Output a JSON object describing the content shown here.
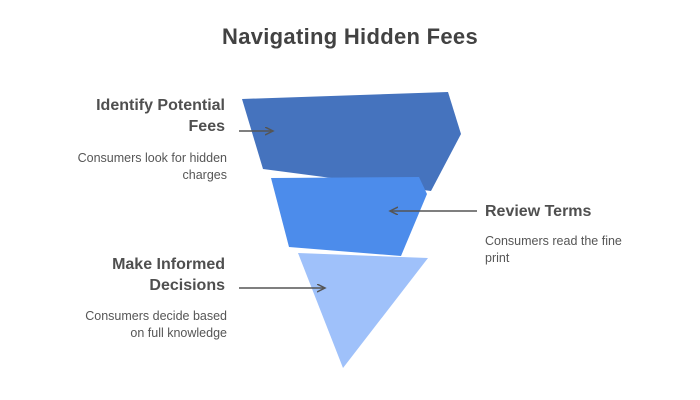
{
  "title": "Navigating Hidden Fees",
  "background": "#ffffff",
  "colors": {
    "background": "#ffffff",
    "title_text": "#424242",
    "heading_text": "#4f4f4f",
    "description_text": "#565656",
    "arrow": "#555555"
  },
  "funnel": {
    "type": "funnel",
    "direction": "top-to-bottom-narrowing",
    "stages": [
      {
        "label": "Identify Potential\nFees",
        "description": "Consumers look for hidden\ncharges",
        "color": "#4573be",
        "label_side": "left"
      },
      {
        "label": "Review Terms",
        "description": "Consumers read the fine\nprint",
        "color": "#4c8ceb",
        "label_side": "right"
      },
      {
        "label": "Make Informed\nDecisions",
        "description": "Consumers decide based\non full knowledge",
        "color": "#9fc1fa",
        "label_side": "left"
      }
    ]
  }
}
